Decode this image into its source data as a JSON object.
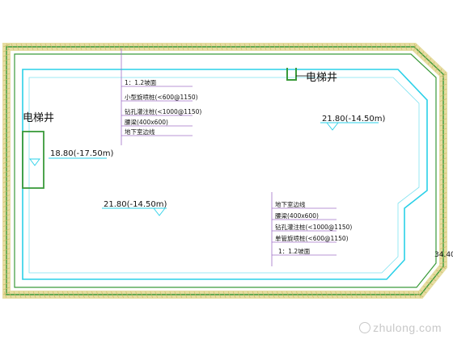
{
  "elevator_shaft_label_right": "电梯井",
  "elevator_shaft_label_left": "电梯井",
  "elevation_left_well": "18.80(-17.50m)",
  "elevation_right": "21.80(-14.50m)",
  "elevation_center": "21.80(-14.50m)",
  "corner_elevation": "34.40",
  "legend_top": [
    "1：1.2坡面",
    "小型旋喷桩(<600@1150)",
    "钻孔灌注桩(<1000@1150)",
    "腰梁(400x600)",
    "地下室边线"
  ],
  "legend_bottom": [
    "地下室边线",
    "腰梁(400x600)",
    "钻孔灌注桩(<1000@1150)",
    "单管旋喷桩(<600@1150)",
    "1：1.2坡面"
  ],
  "watermark": "zhulong.com",
  "colors": {
    "boundary_green": "#3a9a3a",
    "hatch_yellow": "#e6dca0",
    "basement_cyan": "#2ad0e8",
    "leader_purple": "#a070c8",
    "text_black": "#111111"
  }
}
